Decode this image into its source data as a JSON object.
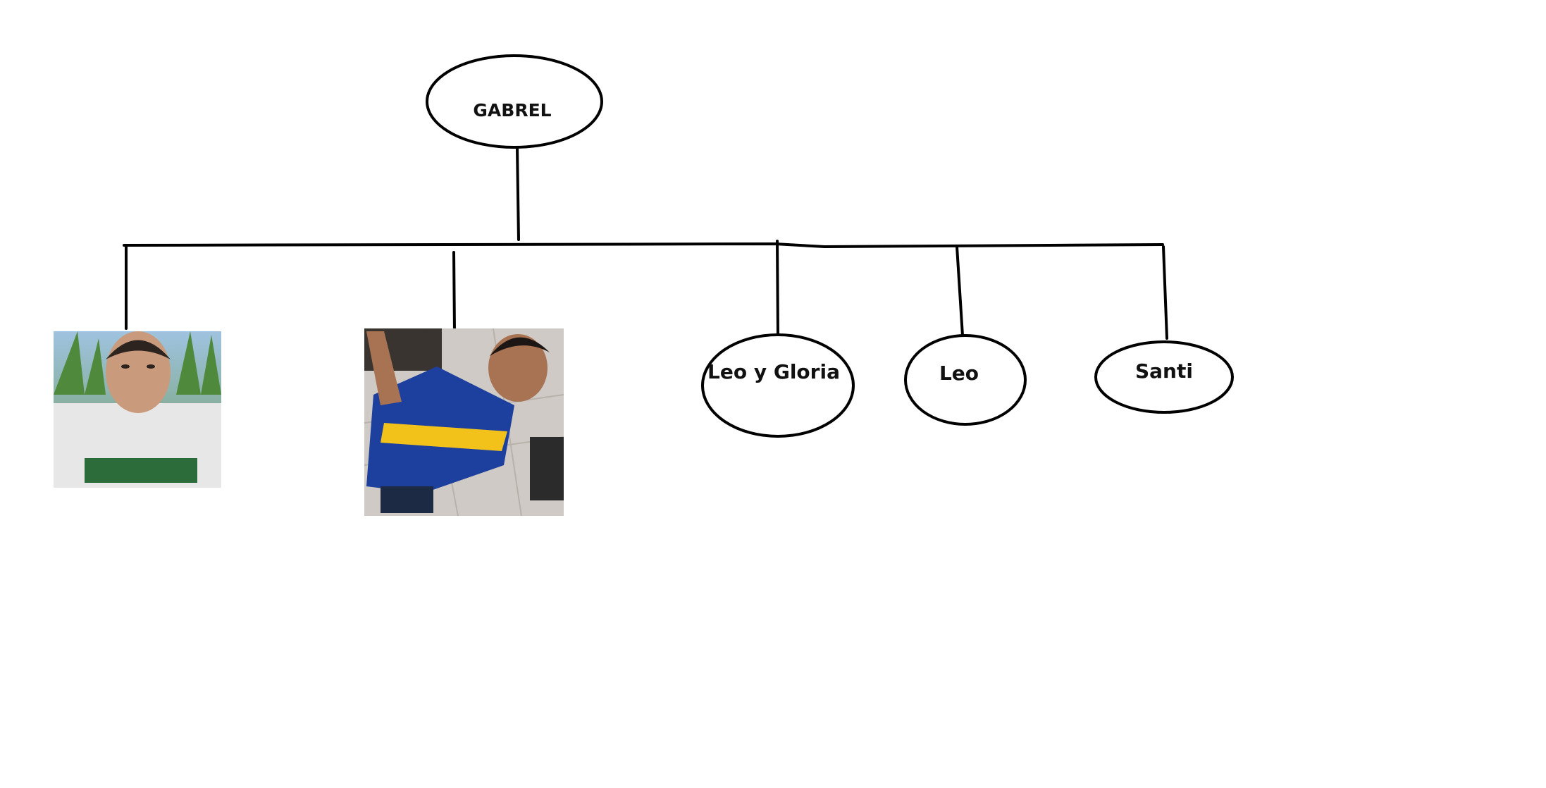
{
  "diagram": {
    "root": {
      "label": "GABREL"
    },
    "children": [
      {
        "kind": "photo",
        "description": ""
      },
      {
        "kind": "photo",
        "description": ""
      },
      {
        "kind": "ellipse",
        "label": "Leo y Gloria"
      },
      {
        "kind": "ellipse",
        "label": "Leo"
      },
      {
        "kind": "ellipse",
        "label": "Santi"
      }
    ]
  },
  "colors": {
    "line": "#000000",
    "background": "#ffffff",
    "text": "#111111"
  }
}
